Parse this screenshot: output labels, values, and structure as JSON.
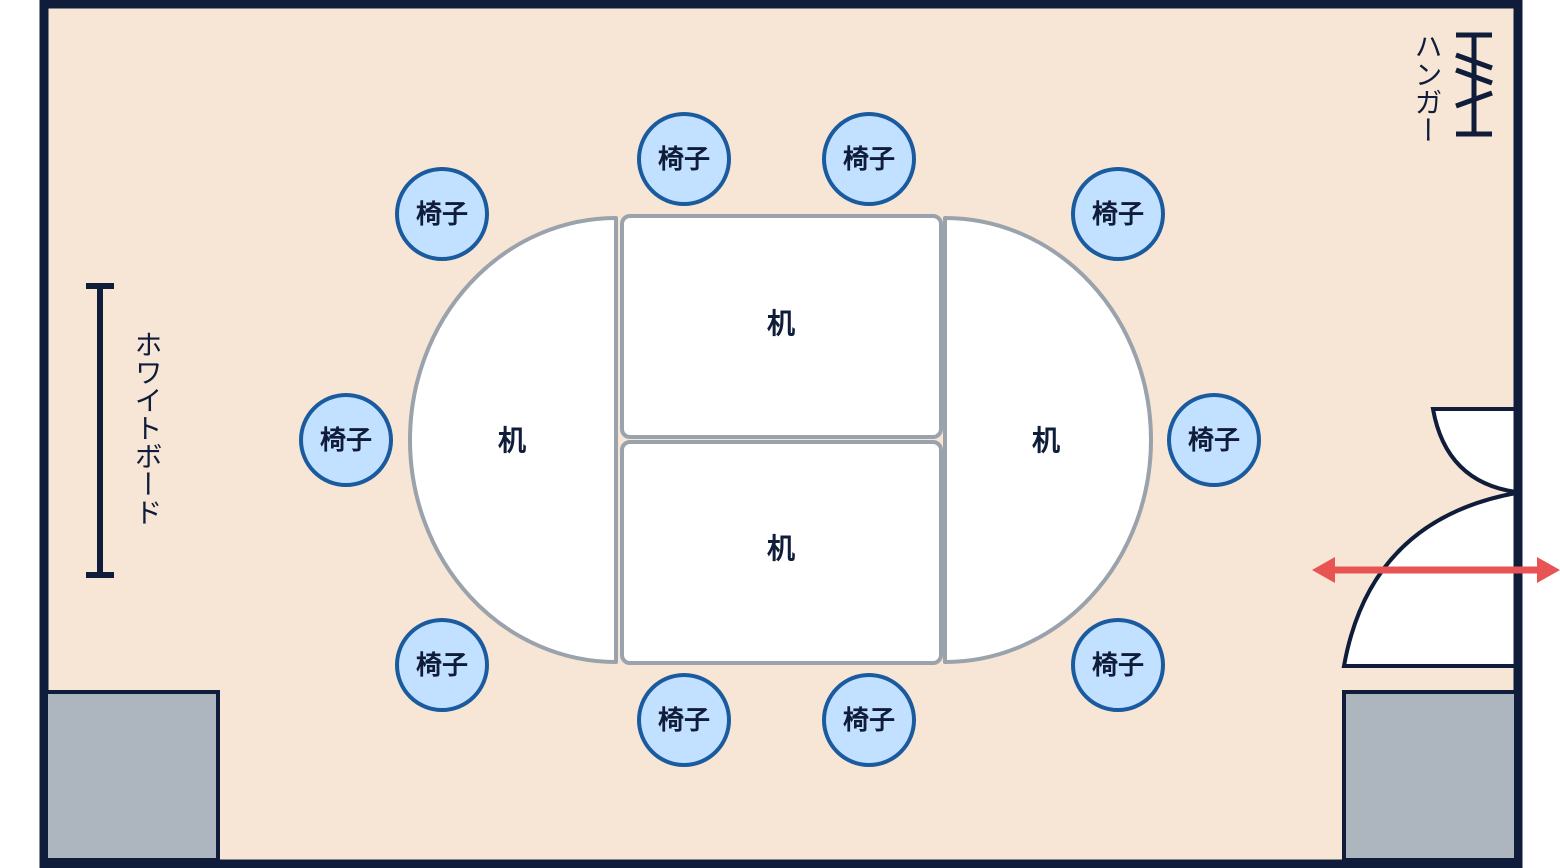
{
  "labels": {
    "chair": "椅子",
    "desk": "机",
    "whiteboard": "ホワイトボード",
    "hanger": "ハンガー"
  },
  "chairs": [
    "椅子",
    "椅子",
    "椅子",
    "椅子",
    "椅子",
    "椅子",
    "椅子",
    "椅子",
    "椅子",
    "椅子"
  ],
  "desks": [
    "机",
    "机",
    "机",
    "机"
  ],
  "colors": {
    "wall": "#0f1d3a",
    "floor": "#f7e6d5",
    "chair_fill": "#c2e0ff",
    "chair_stroke": "#1a5a9e",
    "desk_stroke": "#9aa2ab",
    "pillar": "#adb5bf",
    "door_arrow": "#e85454"
  }
}
